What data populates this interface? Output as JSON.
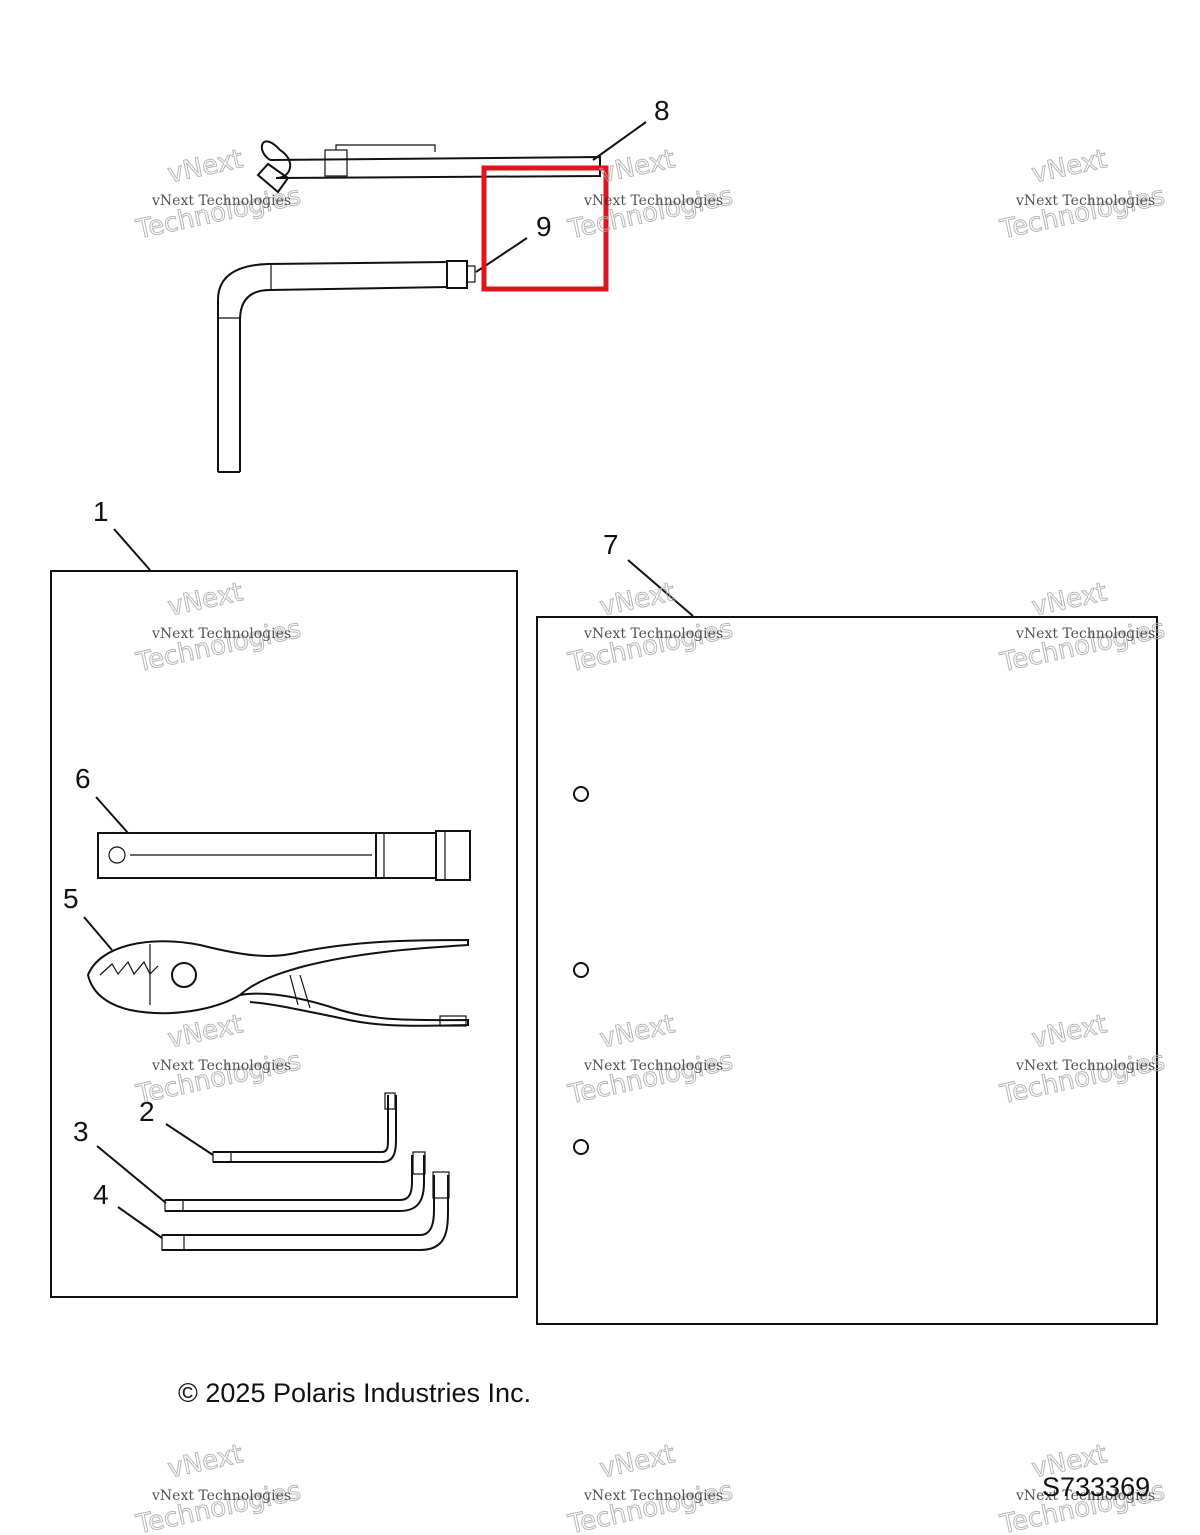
{
  "callouts": [
    "1",
    "2",
    "3",
    "4",
    "5",
    "6",
    "7",
    "8",
    "9"
  ],
  "watermark": {
    "line1": "vNext Technologies",
    "line2": "vNext",
    "line3": "Technologies"
  },
  "footer": {
    "copyright": "© 2025 Polaris Industries Inc.",
    "doc_number": "S733369"
  },
  "highlight": {
    "color": "#e0141c",
    "target_callout": "9"
  }
}
